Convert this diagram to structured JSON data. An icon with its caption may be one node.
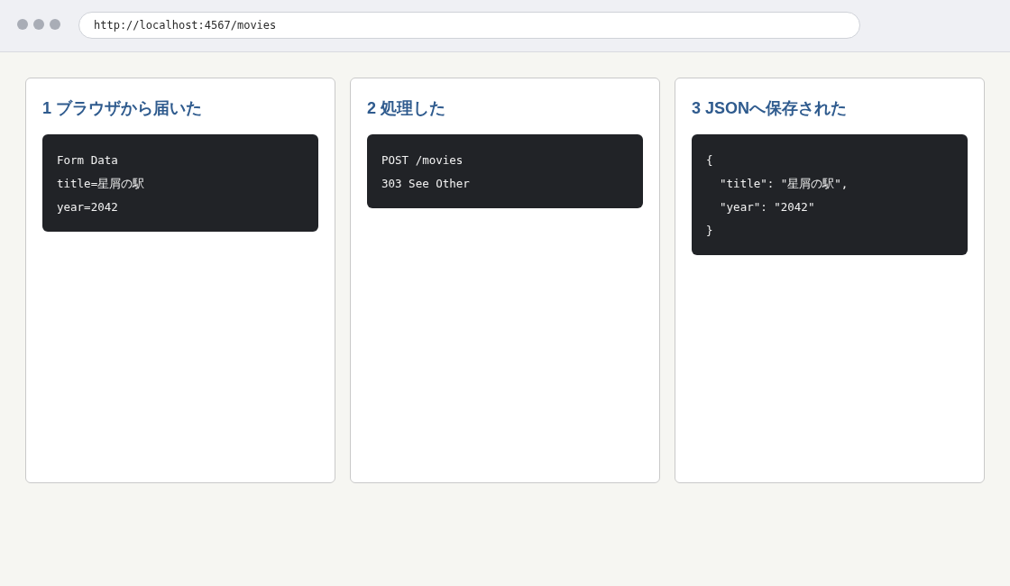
{
  "diagram": {
    "nodes": [
      {
        "text": [
          "1 ブラウザから届いた"
        ]
      },
      {
        "text": [
          "Form Data",
          "title=星屑の駅",
          "year=2042"
        ],
        "in": 0
      },
      {
        "text": [
          "2 処理した"
        ]
      },
      {
        "text": [
          "POST /movies",
          "303 See Other"
        ],
        "in": 2
      },
      {
        "text": [
          "3 JSONへ保存された"
        ]
      },
      {
        "text": [
          "{",
          "  \"title\": \"星屑の駅\",",
          "  \"year\": \"2042\"",
          "}"
        ],
        "in": 4
      }
    ],
    "labels": [
      "http://localhost:4567/movies"
    ]
  }
}
